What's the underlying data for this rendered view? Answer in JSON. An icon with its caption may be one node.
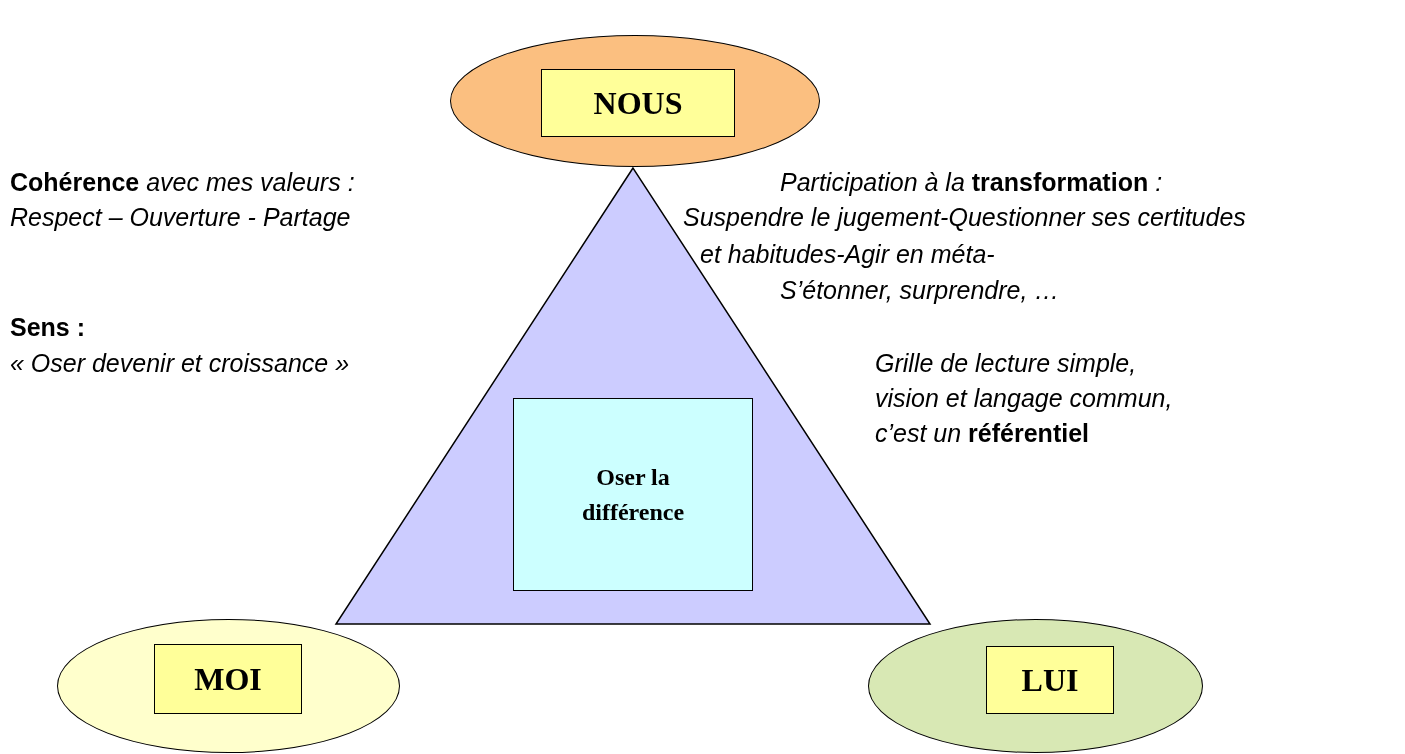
{
  "diagram": {
    "nodes": [
      {
        "text": [],
        "shape": "ellipse"
      },
      {
        "text": [
          "NOUS"
        ],
        "in": 0
      },
      {
        "text": [],
        "shape": "triangle"
      },
      {
        "text": [
          "Oser la différence"
        ],
        "in": 2
      },
      {
        "text": [],
        "shape": "ellipse"
      },
      {
        "text": [
          "MOI"
        ],
        "in": 4
      },
      {
        "text": [],
        "shape": "ellipse"
      },
      {
        "text": [
          "LUI"
        ],
        "in": 6
      }
    ],
    "labels": [
      "**Cohérence** avec mes  valeurs :",
      "Respect – Ouverture - Partage",
      "**Sens :**",
      "« Oser devenir et croissance »",
      "Participation à la **transformation** :",
      "Suspendre le jugement-Questionner ses certitudes",
      "et habitudes-Agir en méta-",
      "S’étonner, surprendre, …",
      "Grille de lecture simple,",
      "vision et langage commun,",
      "c’est un **référentiel**"
    ]
  }
}
